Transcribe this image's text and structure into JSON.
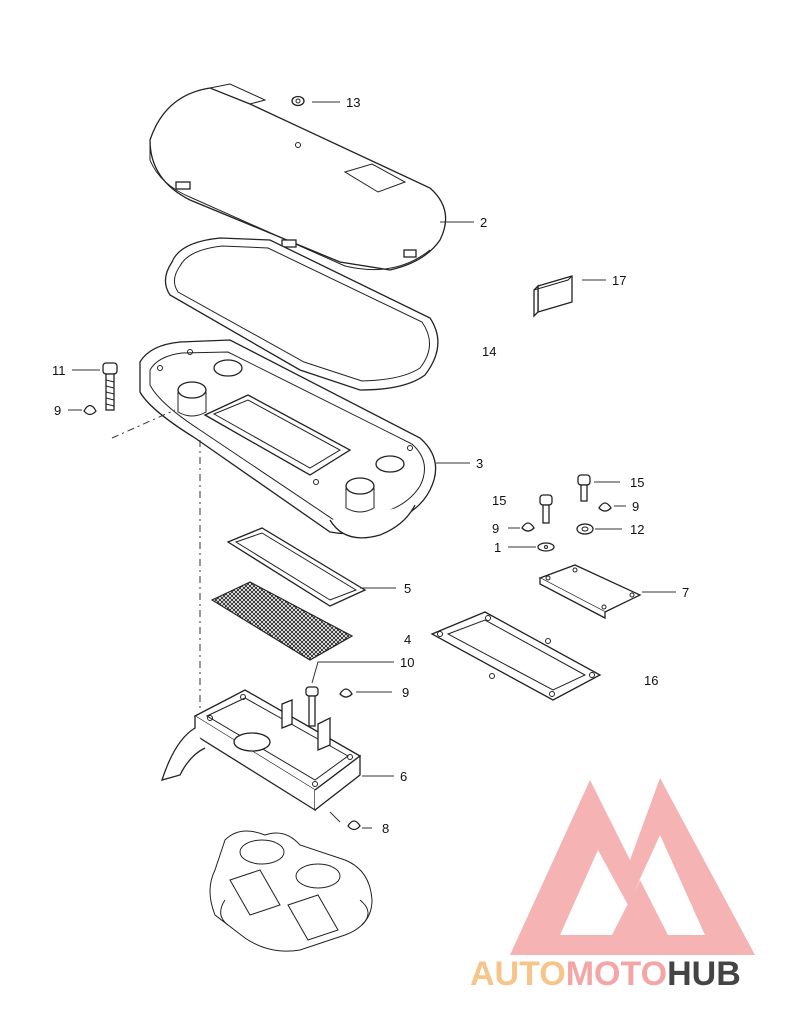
{
  "callouts": {
    "c1": "1",
    "c2": "2",
    "c3": "3",
    "c4": "4",
    "c5": "5",
    "c6": "6",
    "c7": "7",
    "c8": "8",
    "c9a": "9",
    "c9b": "9",
    "c9c": "9",
    "c9d": "9",
    "c10": "10",
    "c11": "11",
    "c12": "12",
    "c13": "13",
    "c14": "14",
    "c15a": "15",
    "c15b": "15",
    "c16": "16",
    "c17": "17"
  },
  "watermark": {
    "part1": "AUTO",
    "part2": "MOTO",
    "part3": "HUB",
    "color_primary": "#f4a6a6",
    "color_mid": "#f7c48a",
    "color_dark": "#444444"
  },
  "line_color": "#222222"
}
